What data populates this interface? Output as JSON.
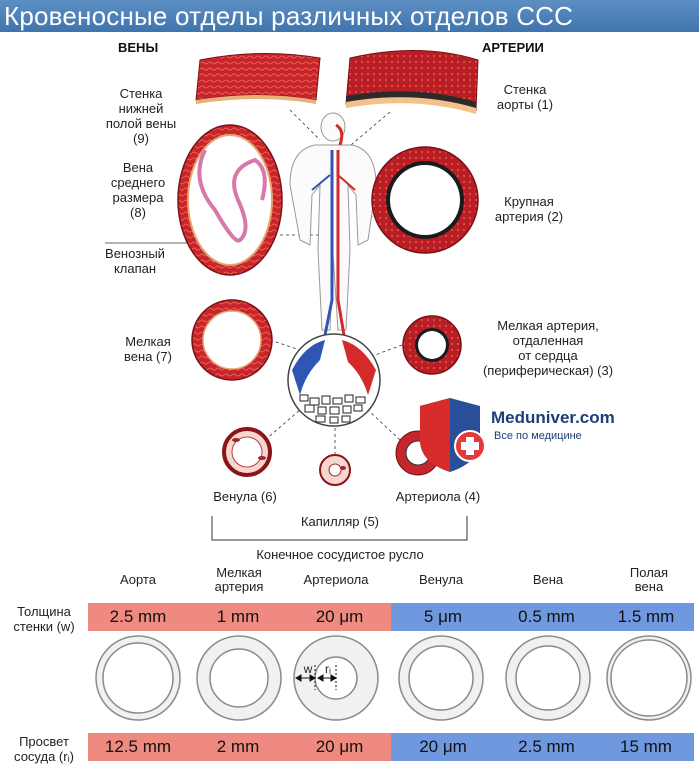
{
  "title": "Кровеносные отделы различных отделов ССС",
  "headers": {
    "veins": "ВЕНЫ",
    "arteries": "АРТЕРИИ"
  },
  "labels": {
    "ivc_wall": [
      "Стенка",
      "нижней",
      "полой вены",
      "(9)"
    ],
    "aorta_wall": [
      "Стенка",
      "аорты (1)"
    ],
    "medium_vein": [
      "Вена",
      "среднего",
      "размера",
      "(8)"
    ],
    "large_artery": [
      "Крупная",
      "артерия (2)"
    ],
    "venous_valve": [
      "Венозный",
      "клапан"
    ],
    "small_vein": [
      "Мелкая",
      "вена (7)"
    ],
    "small_artery": [
      "Мелкая артерия,",
      "отдаленная",
      "от сердца",
      "(периферическая) (3)"
    ],
    "venule": "Венула (6)",
    "arteriole": "Артериола (4)",
    "capillary": "Капилляр (5)",
    "terminal_bed": "Конечное сосудистое русло"
  },
  "logo": {
    "name": "Meduniver.com",
    "tagline": "Все по медицине"
  },
  "table": {
    "columns": [
      [
        "Аорта"
      ],
      [
        "Мелкая",
        "артерия"
      ],
      [
        "Артериола"
      ],
      [
        "Венула"
      ],
      [
        "Вена"
      ],
      [
        "Полая",
        "вена"
      ]
    ],
    "wall_label": [
      "Толщина",
      "стенки (w)"
    ],
    "wall_values": [
      "2.5 mm",
      "1 mm",
      "20 μm",
      "5 μm",
      "0.5 mm",
      "1.5 mm"
    ],
    "lumen_label": [
      "Просвет",
      "сосуда (rᵢ)"
    ],
    "lumen_values": [
      "12.5 mm",
      "2 mm",
      "20 μm",
      "20 μm",
      "2.5 mm",
      "15 mm"
    ],
    "diagram_w": "w",
    "diagram_r": "rᵢ"
  },
  "colors": {
    "arterial": "#ee8a7f",
    "venous": "#6f98df",
    "vessel_wall": "#c4262b",
    "banner": "#4a7fb8"
  }
}
